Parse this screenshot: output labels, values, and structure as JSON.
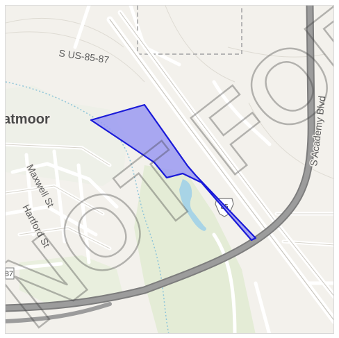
{
  "map": {
    "labels": {
      "highway": "S US-85-87",
      "neighborhood": "atmoor",
      "street_maxwell": "Maxwell St",
      "street_hartford": "Hartford St",
      "boulevard": "S Academy Blvd",
      "shield_main": "85",
      "shield_edge": "87"
    },
    "watermark": "NOT FOR",
    "colors": {
      "land": "#f3f1ec",
      "park": "#e4ecd6",
      "water": "#a8d4e6",
      "road_major": "#8e8e8e",
      "road_minor": "#ffffff",
      "parcel_fill": "#9a9af2",
      "parcel_stroke": "#1a1ad8"
    }
  }
}
